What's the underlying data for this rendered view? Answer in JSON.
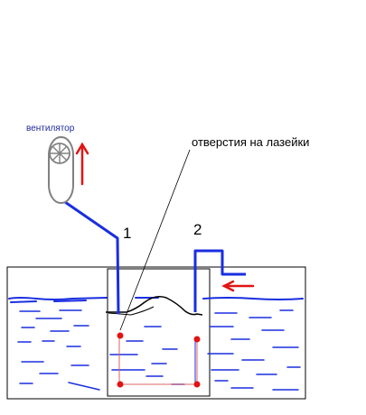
{
  "labels": {
    "fan": "вентилятор",
    "holes": "отверстия на лазейки",
    "pipe1": "1",
    "pipe2": "2"
  },
  "colors": {
    "fan_label": "#1f2a9e",
    "pipe": "#1a2ee0",
    "water": "#1a2ee0",
    "arrow": "#e01414",
    "hole": "#e01414",
    "fan_outline": "#808080",
    "outline": "#000000"
  }
}
